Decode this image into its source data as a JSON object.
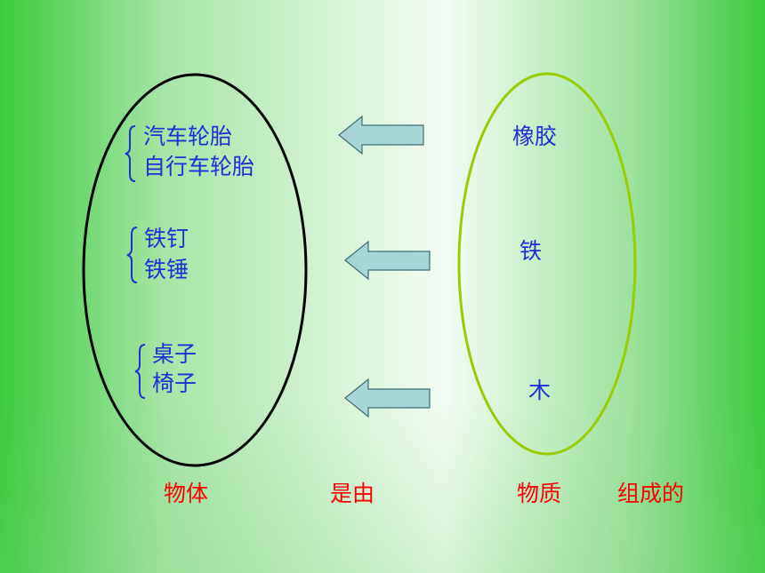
{
  "colors": {
    "text_blue": "#1f2fd6",
    "text_red": "#ff0000",
    "left_ellipse_stroke": "#000000",
    "right_ellipse_stroke": "#99cc00",
    "arrow_fill": "#a8d5d5",
    "arrow_stroke": "#3c6e78"
  },
  "objects": {
    "group1": [
      "汽车轮胎",
      "自行车轮胎"
    ],
    "group2": [
      "铁钉",
      "铁锤"
    ],
    "group3": [
      "桌子",
      "椅子"
    ]
  },
  "materials": [
    "橡胶",
    "铁",
    "木"
  ],
  "caption": {
    "objects_label": "物体",
    "made_of_label": "是由",
    "material_label": "物质",
    "composed_label": "组成的"
  },
  "icons": {
    "arrows": [
      "left-arrow-icon",
      "left-arrow-icon",
      "left-arrow-icon"
    ],
    "braces": [
      "left-brace-icon",
      "left-brace-icon",
      "left-brace-icon"
    ]
  }
}
